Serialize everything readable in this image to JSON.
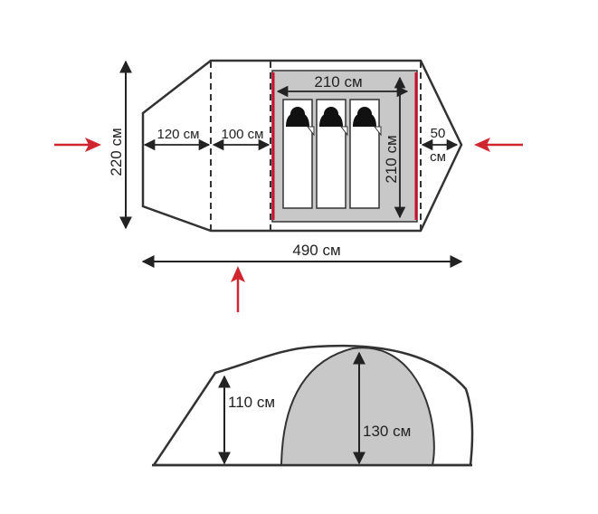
{
  "labels": {
    "width_total": "220 см",
    "length_total": "490 см",
    "vestibule_front": "120 см",
    "vestibule_mid": "100 см",
    "inner_width": "210 см",
    "inner_length": "210 см",
    "rear_a": "50",
    "rear_b": "см",
    "height_low": "110 см",
    "height_high": "130 см"
  },
  "colors": {
    "outline": "#333333",
    "inner_fill": "#c8c8c8",
    "inner_border": "#c8102e",
    "arrow": "#d0262f",
    "sleeper": "#111111"
  },
  "icons": [
    "sleeping-person-icon",
    "sleeping-person-icon",
    "sleeping-person-icon"
  ]
}
